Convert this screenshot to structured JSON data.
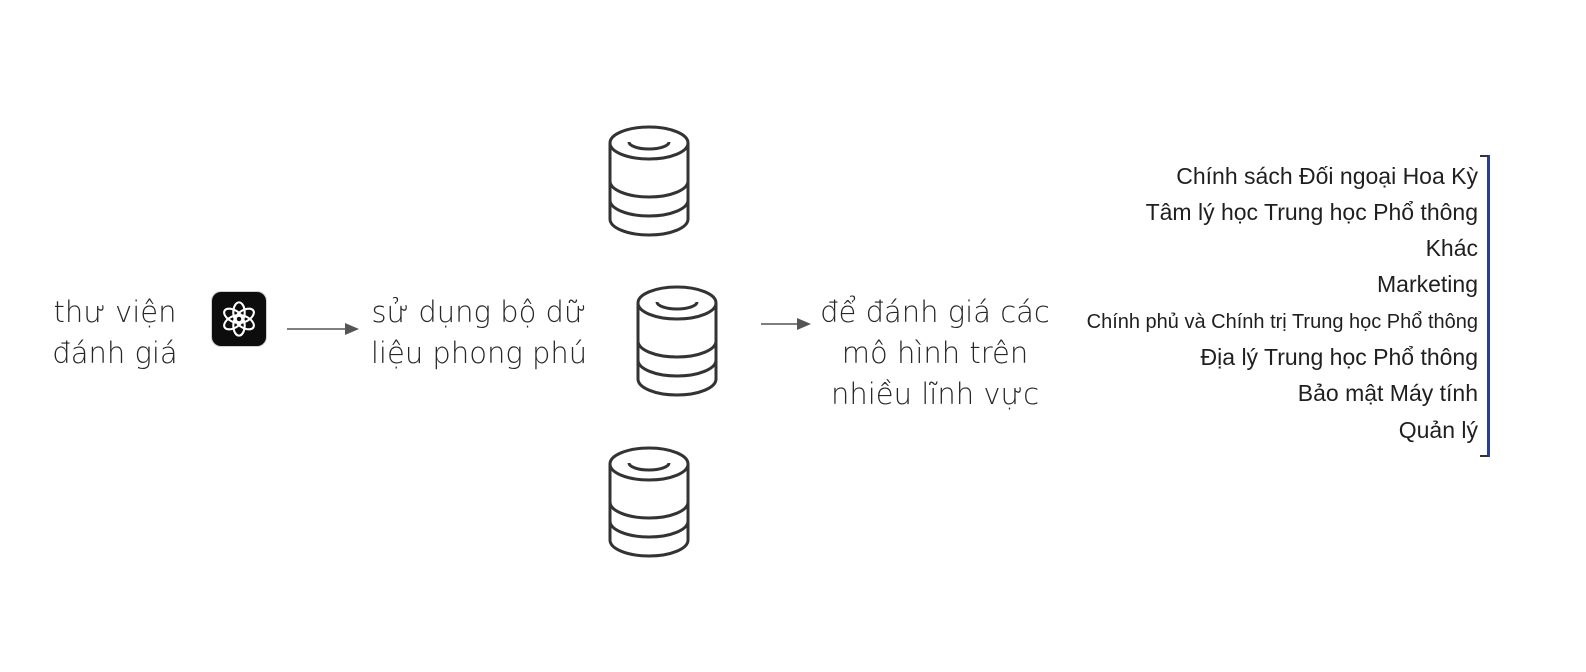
{
  "library_label": [
    "thư viện",
    "đánh giá"
  ],
  "dataset_label": [
    "sử dụng bộ dữ",
    "liệu phong phú"
  ],
  "evaluate_label": [
    "để đánh giá các",
    "mô hình trên",
    "nhiều lĩnh vực"
  ],
  "logo_icon": "openai-logo-icon",
  "database_icon": "database-icon",
  "domains": [
    "Chính sách Đối ngoại Hoa Kỳ",
    "Tâm lý học Trung học Phổ thông",
    "Khác",
    "Marketing",
    "Chính phủ và Chính trị Trung học Phổ thông",
    "Địa lý Trung học Phổ thông",
    "Bảo mật Máy tính",
    "Quản lý"
  ],
  "colors": {
    "text": "#262626",
    "bracket": "#2b3f8f",
    "logo_bg": "#0d0d0d"
  }
}
